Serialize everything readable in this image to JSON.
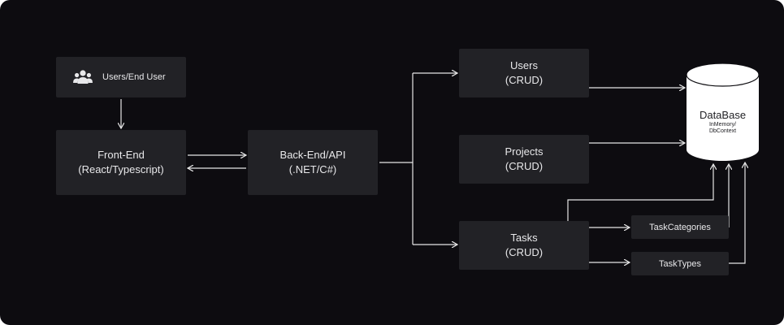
{
  "nodes": {
    "users_end": {
      "label": "Users/End User",
      "icon": "users-group-icon"
    },
    "frontend": {
      "line1": "Front-End",
      "line2": "(React/Typescript)"
    },
    "backend": {
      "line1": "Back-End/API",
      "line2": "(.NET/C#)"
    },
    "users": {
      "line1": "Users",
      "line2": "(CRUD)"
    },
    "projects": {
      "line1": "Projects",
      "line2": "(CRUD)"
    },
    "tasks": {
      "line1": "Tasks",
      "line2": "(CRUD)"
    },
    "task_categories": {
      "label": "TaskCategories"
    },
    "task_types": {
      "label": "TaskTypes"
    },
    "database": {
      "title": "DataBase",
      "sub1": "InMemory/",
      "sub2": "DbContext"
    }
  },
  "colors": {
    "background": "#0d0c10",
    "box": "#222226",
    "text": "#e8e8ea",
    "arrow": "#e6e6e6",
    "database": "#ffffff"
  }
}
